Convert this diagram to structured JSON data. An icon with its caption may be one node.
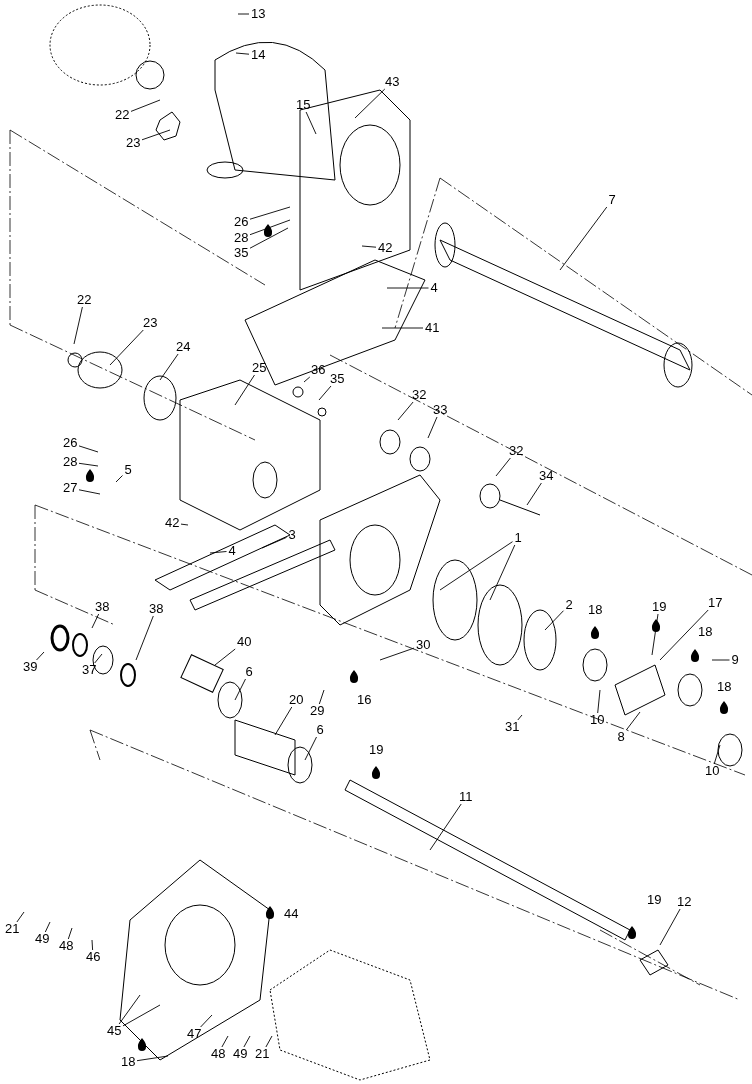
{
  "diagram": {
    "nodes": [
      {
        "text": [
          "13"
        ]
      },
      {
        "text": [
          "14"
        ]
      },
      {
        "text": [
          "15"
        ]
      },
      {
        "text": [
          "22"
        ]
      },
      {
        "text": [
          "43"
        ]
      },
      {
        "text": [
          "23"
        ]
      },
      {
        "text": [
          "7"
        ]
      },
      {
        "text": [
          "26"
        ]
      },
      {
        "text": [
          "28"
        ]
      },
      {
        "text": [
          "35"
        ]
      },
      {
        "text": [
          "42"
        ]
      },
      {
        "text": [
          "4"
        ]
      },
      {
        "text": [
          "22"
        ]
      },
      {
        "text": [
          "23"
        ]
      },
      {
        "text": [
          "41"
        ]
      },
      {
        "text": [
          "24"
        ]
      },
      {
        "text": [
          "25"
        ]
      },
      {
        "text": [
          "36"
        ]
      },
      {
        "text": [
          "35"
        ]
      },
      {
        "text": [
          "32"
        ]
      },
      {
        "text": [
          "33"
        ]
      },
      {
        "text": [
          "26"
        ]
      },
      {
        "text": [
          "28"
        ]
      },
      {
        "text": [
          "5"
        ]
      },
      {
        "text": [
          "27"
        ]
      },
      {
        "text": [
          "32"
        ]
      },
      {
        "text": [
          "34"
        ]
      },
      {
        "text": [
          "42"
        ]
      },
      {
        "text": [
          "4"
        ]
      },
      {
        "text": [
          "3"
        ]
      },
      {
        "text": [
          "1"
        ]
      },
      {
        "text": [
          "38"
        ]
      },
      {
        "text": [
          "2"
        ]
      },
      {
        "text": [
          "18"
        ]
      },
      {
        "text": [
          "19"
        ]
      },
      {
        "text": [
          "17"
        ]
      },
      {
        "text": [
          "18"
        ]
      },
      {
        "text": [
          "39"
        ]
      },
      {
        "text": [
          "37"
        ]
      },
      {
        "text": [
          "38"
        ]
      },
      {
        "text": [
          "40"
        ]
      },
      {
        "text": [
          "6"
        ]
      },
      {
        "text": [
          "9"
        ]
      },
      {
        "text": [
          "18"
        ]
      },
      {
        "text": [
          "16"
        ]
      },
      {
        "text": [
          "30"
        ]
      },
      {
        "text": [
          "20"
        ]
      },
      {
        "text": [
          "29"
        ]
      },
      {
        "text": [
          "10"
        ]
      },
      {
        "text": [
          "31"
        ]
      },
      {
        "text": [
          "8"
        ]
      },
      {
        "text": [
          "6"
        ]
      },
      {
        "text": [
          "10"
        ]
      },
      {
        "text": [
          "19"
        ]
      },
      {
        "text": [
          "11"
        ]
      },
      {
        "text": [
          "19"
        ]
      },
      {
        "text": [
          "12"
        ]
      },
      {
        "text": [
          "44"
        ]
      },
      {
        "text": [
          "21"
        ]
      },
      {
        "text": [
          "49"
        ]
      },
      {
        "text": [
          "48"
        ]
      },
      {
        "text": [
          "46"
        ]
      },
      {
        "text": [
          "45"
        ]
      },
      {
        "text": [
          "47"
        ]
      },
      {
        "text": [
          "18"
        ]
      },
      {
        "text": [
          "48"
        ]
      },
      {
        "text": [
          "49"
        ]
      },
      {
        "text": [
          "21"
        ]
      }
    ],
    "edges": [
      {
        "from": 0,
        "to": null,
        "arrow": "none"
      },
      {
        "from": 1,
        "to": null,
        "arrow": "none"
      },
      {
        "from": 2,
        "to": null,
        "arrow": "none"
      },
      {
        "from": 3,
        "to": null,
        "arrow": "none"
      },
      {
        "from": 4,
        "to": null,
        "arrow": "none"
      },
      {
        "from": 5,
        "to": null,
        "arrow": "none"
      },
      {
        "from": 6,
        "to": null,
        "arrow": "none"
      },
      {
        "from": 7,
        "to": null,
        "arrow": "none"
      },
      {
        "from": 8,
        "to": null,
        "arrow": "none"
      },
      {
        "from": 9,
        "to": null,
        "arrow": "none"
      },
      {
        "from": 10,
        "to": null,
        "arrow": "none"
      },
      {
        "from": 11,
        "to": null,
        "arrow": "none"
      },
      {
        "from": 12,
        "to": null,
        "arrow": "none"
      },
      {
        "from": 13,
        "to": null,
        "arrow": "none"
      },
      {
        "from": 14,
        "to": null,
        "arrow": "none"
      },
      {
        "from": 15,
        "to": null,
        "arrow": "none"
      },
      {
        "from": 16,
        "to": null,
        "arrow": "none"
      },
      {
        "from": 17,
        "to": null,
        "arrow": "none"
      },
      {
        "from": 18,
        "to": null,
        "arrow": "none"
      },
      {
        "from": 19,
        "to": null,
        "arrow": "none"
      },
      {
        "from": 20,
        "to": null,
        "arrow": "none"
      },
      {
        "from": 21,
        "to": null,
        "arrow": "none"
      },
      {
        "from": 22,
        "to": null,
        "arrow": "none"
      },
      {
        "from": 23,
        "to": null,
        "arrow": "none"
      },
      {
        "from": 24,
        "to": null,
        "arrow": "none"
      },
      {
        "from": 25,
        "to": null,
        "arrow": "none"
      },
      {
        "from": 26,
        "to": null,
        "arrow": "none"
      },
      {
        "from": 27,
        "to": null,
        "arrow": "none"
      },
      {
        "from": 28,
        "to": null,
        "arrow": "none"
      },
      {
        "from": 29,
        "to": null,
        "arrow": "none"
      },
      {
        "from": 30,
        "to": null,
        "arrow": "none"
      },
      {
        "from": 30,
        "to": null,
        "arrow": "none"
      },
      {
        "from": 31,
        "to": null,
        "arrow": "none"
      },
      {
        "from": 32,
        "to": null,
        "arrow": "none"
      },
      {
        "from": 34,
        "to": null,
        "arrow": "none"
      },
      {
        "from": 35,
        "to": null,
        "arrow": "none"
      },
      {
        "from": 37,
        "to": null,
        "arrow": "none"
      },
      {
        "from": 38,
        "to": null,
        "arrow": "none"
      },
      {
        "from": 39,
        "to": null,
        "arrow": "none"
      },
      {
        "from": 40,
        "to": null,
        "arrow": "none"
      },
      {
        "from": 41,
        "to": null,
        "arrow": "none"
      },
      {
        "from": 42,
        "to": null,
        "arrow": "none"
      },
      {
        "from": 45,
        "to": null,
        "arrow": "none"
      },
      {
        "from": 46,
        "to": null,
        "arrow": "none"
      },
      {
        "from": 47,
        "to": null,
        "arrow": "none"
      },
      {
        "from": 48,
        "to": null,
        "arrow": "none"
      },
      {
        "from": 49,
        "to": null,
        "arrow": "none"
      },
      {
        "from": 50,
        "to": null,
        "arrow": "none"
      },
      {
        "from": 51,
        "to": null,
        "arrow": "none"
      },
      {
        "from": 52,
        "to": null,
        "arrow": "none"
      },
      {
        "from": 54,
        "to": null,
        "arrow": "none"
      },
      {
        "from": 56,
        "to": null,
        "arrow": "none"
      },
      {
        "from": 58,
        "to": null,
        "arrow": "none"
      },
      {
        "from": 59,
        "to": null,
        "arrow": "none"
      },
      {
        "from": 60,
        "to": null,
        "arrow": "none"
      },
      {
        "from": 61,
        "to": null,
        "arrow": "none"
      },
      {
        "from": 62,
        "to": null,
        "arrow": "none"
      },
      {
        "from": 62,
        "to": null,
        "arrow": "none"
      },
      {
        "from": 63,
        "to": null,
        "arrow": "none"
      },
      {
        "from": 64,
        "to": null,
        "arrow": "none"
      },
      {
        "from": 65,
        "to": null,
        "arrow": "none"
      },
      {
        "from": 66,
        "to": null,
        "arrow": "none"
      },
      {
        "from": 67,
        "to": null,
        "arrow": "none"
      }
    ]
  }
}
